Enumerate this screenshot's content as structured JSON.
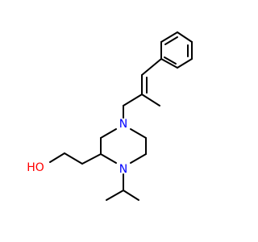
{
  "molecule": {
    "atoms": {
      "n_upper": {
        "symbol": "N",
        "color": "#0000ff"
      },
      "n_lower": {
        "symbol": "N",
        "color": "#0000ff"
      },
      "hydroxyl": {
        "symbol": "HO",
        "color": "#ff0000"
      }
    },
    "bond_color": "#000000"
  }
}
